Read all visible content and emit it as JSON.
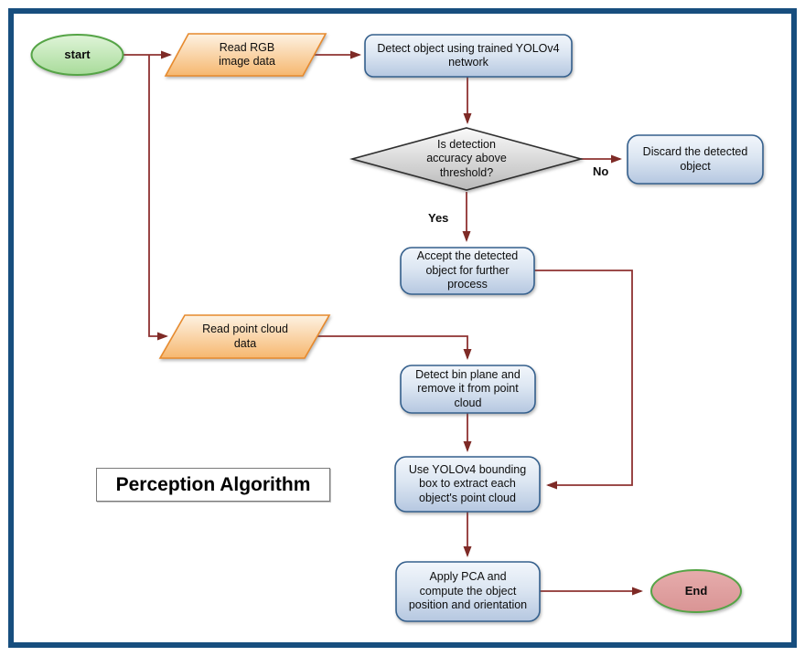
{
  "title_label": "Perception Algorithm",
  "nodes": {
    "start": {
      "label": "start",
      "type": "terminator"
    },
    "read_rgb": {
      "label": "Read RGB\nimage data",
      "type": "data"
    },
    "detect_object": {
      "label": "Detect object using trained YOLOv4\nnetwork",
      "type": "process"
    },
    "decision": {
      "label": "Is detection\naccuracy above\nthreshold?",
      "type": "decision"
    },
    "discard": {
      "label": "Discard the detected\nobject",
      "type": "process"
    },
    "accept": {
      "label": "Accept the detected\nobject for further\nprocess",
      "type": "process"
    },
    "read_point_cloud": {
      "label": "Read point cloud\ndata",
      "type": "data"
    },
    "detect_bin_plane": {
      "label": "Detect bin plane and\nremove it from point\ncloud",
      "type": "process"
    },
    "extract_point_cloud": {
      "label": "Use YOLOv4 bounding\nbox to extract each\nobject's point cloud",
      "type": "process"
    },
    "apply_pca": {
      "label": "Apply PCA and\ncompute the object\nposition and orientation",
      "type": "process"
    },
    "end": {
      "label": "End",
      "type": "terminator"
    }
  },
  "edge_labels": {
    "yes": "Yes",
    "no": "No"
  },
  "colors": {
    "arrow": "#8E3231",
    "arrowhead": "#7E2A26",
    "process_fill_top": "#F2F6FB",
    "process_fill_bottom": "#B5C7E0",
    "process_border": "#35608D",
    "data_fill_top": "#FDF2E3",
    "data_fill_bottom": "#F6B76F",
    "data_border": "#E78A2D",
    "decision_fill_top": "#FAFAFA",
    "decision_fill_bottom": "#B9B9B9",
    "decision_border": "#2E2E2E",
    "start_fill_top": "#DFF4D8",
    "start_fill_bottom": "#A8DB9A",
    "start_border": "#55A446",
    "end_fill_top": "#E6ACAC",
    "end_fill_bottom": "#D99494",
    "end_border": "#55A446",
    "frame_border": "#174E7E",
    "title_border": "#7A7A7A"
  }
}
